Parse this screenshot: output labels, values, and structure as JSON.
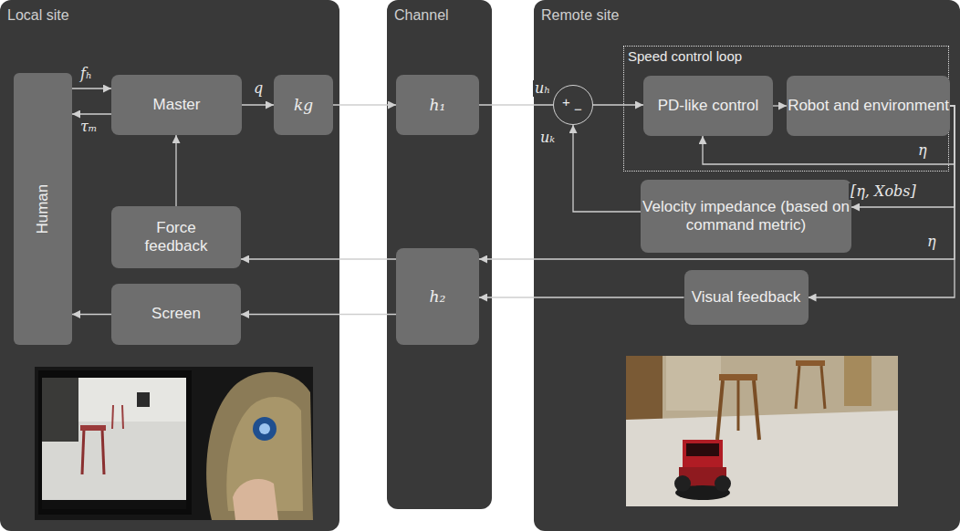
{
  "diagram": {
    "nodes": [
      {
        "text": [
          "Local site"
        ]
      },
      {
        "text": [
          "Human"
        ],
        "in": 0
      },
      {
        "text": [
          "Master"
        ],
        "in": 0
      },
      {
        "text": [
          "kg"
        ],
        "in": 0
      },
      {
        "text": [
          "Force feedback"
        ],
        "in": 0
      },
      {
        "text": [
          "Screen"
        ],
        "in": 0
      },
      {
        "text": [
          "Channel"
        ]
      },
      {
        "text": [
          "h₁"
        ],
        "in": 6
      },
      {
        "text": [
          "h₂"
        ],
        "in": 6
      },
      {
        "text": [
          "Remote site"
        ]
      },
      {
        "text": [
          "+",
          "−"
        ],
        "in": 9
      },
      {
        "text": [
          "Speed control loop"
        ],
        "in": 9
      },
      {
        "text": [
          "PD-like control"
        ],
        "in": 11
      },
      {
        "text": [
          "Robot and environment"
        ],
        "in": 11
      },
      {
        "text": [
          "Velocity impedance (based on command metric)"
        ],
        "in": 9
      },
      {
        "text": [
          "Visual feedback"
        ],
        "in": 9
      }
    ],
    "edges": [
      {
        "from": 1,
        "to": 2,
        "arrow": "to",
        "label": "fₕ"
      },
      {
        "from": 2,
        "to": 1,
        "arrow": "to",
        "label": "τₘ"
      },
      {
        "from": 2,
        "to": 3,
        "arrow": "to",
        "label": "q"
      },
      {
        "from": 3,
        "to": 7,
        "arrow": "to"
      },
      {
        "from": 7,
        "to": 10,
        "arrow": "none",
        "label": "uₕ"
      },
      {
        "from": 10,
        "to": 12,
        "arrow": "to"
      },
      {
        "from": 12,
        "to": 13,
        "arrow": "to"
      },
      {
        "from": 13,
        "to": 12,
        "arrow": "to",
        "label": "η"
      },
      {
        "from": 13,
        "to": 14,
        "arrow": "to",
        "label": "[η, Xobs]"
      },
      {
        "from": 14,
        "to": 10,
        "arrow": "to",
        "label": "uₖ"
      },
      {
        "from": 13,
        "to": 8,
        "arrow": "to",
        "label": "η"
      },
      {
        "from": 13,
        "to": 15,
        "arrow": "to"
      },
      {
        "from": 15,
        "to": 8,
        "arrow": "to"
      },
      {
        "from": 8,
        "to": 4,
        "arrow": "to"
      },
      {
        "from": 8,
        "to": 5,
        "arrow": "to"
      },
      {
        "from": 4,
        "to": 2,
        "arrow": "to"
      },
      {
        "from": 5,
        "to": 1,
        "arrow": "to"
      }
    ]
  }
}
